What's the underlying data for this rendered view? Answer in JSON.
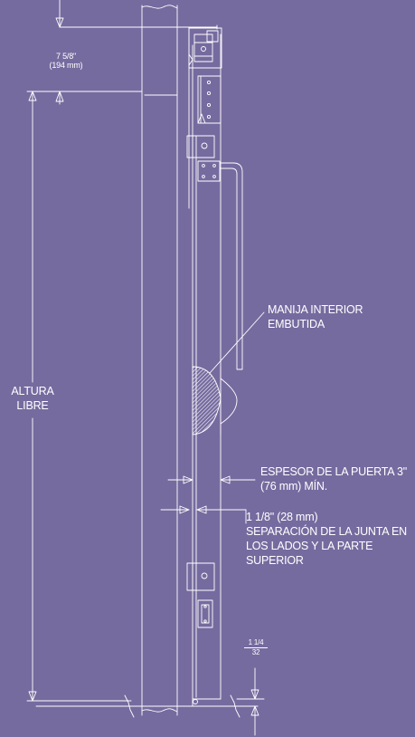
{
  "colors": {
    "background": "#766b9f",
    "line": "#ffffff",
    "text": "#ffffff",
    "seal_hatch": "#ffffff"
  },
  "labels": {
    "top_dimension_imperial": "7 5/8\"",
    "top_dimension_metric": "(194 mm)",
    "clear_height_line1": "ALTURA",
    "clear_height_line2": "LIBRE",
    "handle_line1": "MANIJA INTERIOR",
    "handle_line2": "EMBUTIDA",
    "door_thickness_line1": "ESPESOR DE LA PUERTA 3\"",
    "door_thickness_line2": "(76 mm) MÍN.",
    "gap_dimension": "1 1/8\" (28 mm)",
    "gap_line1": "SEPARACIÓN DE LA JUNTA EN",
    "gap_line2": "LOS LADOS Y LA PARTE",
    "gap_line3": "SUPERIOR",
    "bottom_fraction_numerator": "1 1/4",
    "bottom_fraction_denominator": "32"
  }
}
